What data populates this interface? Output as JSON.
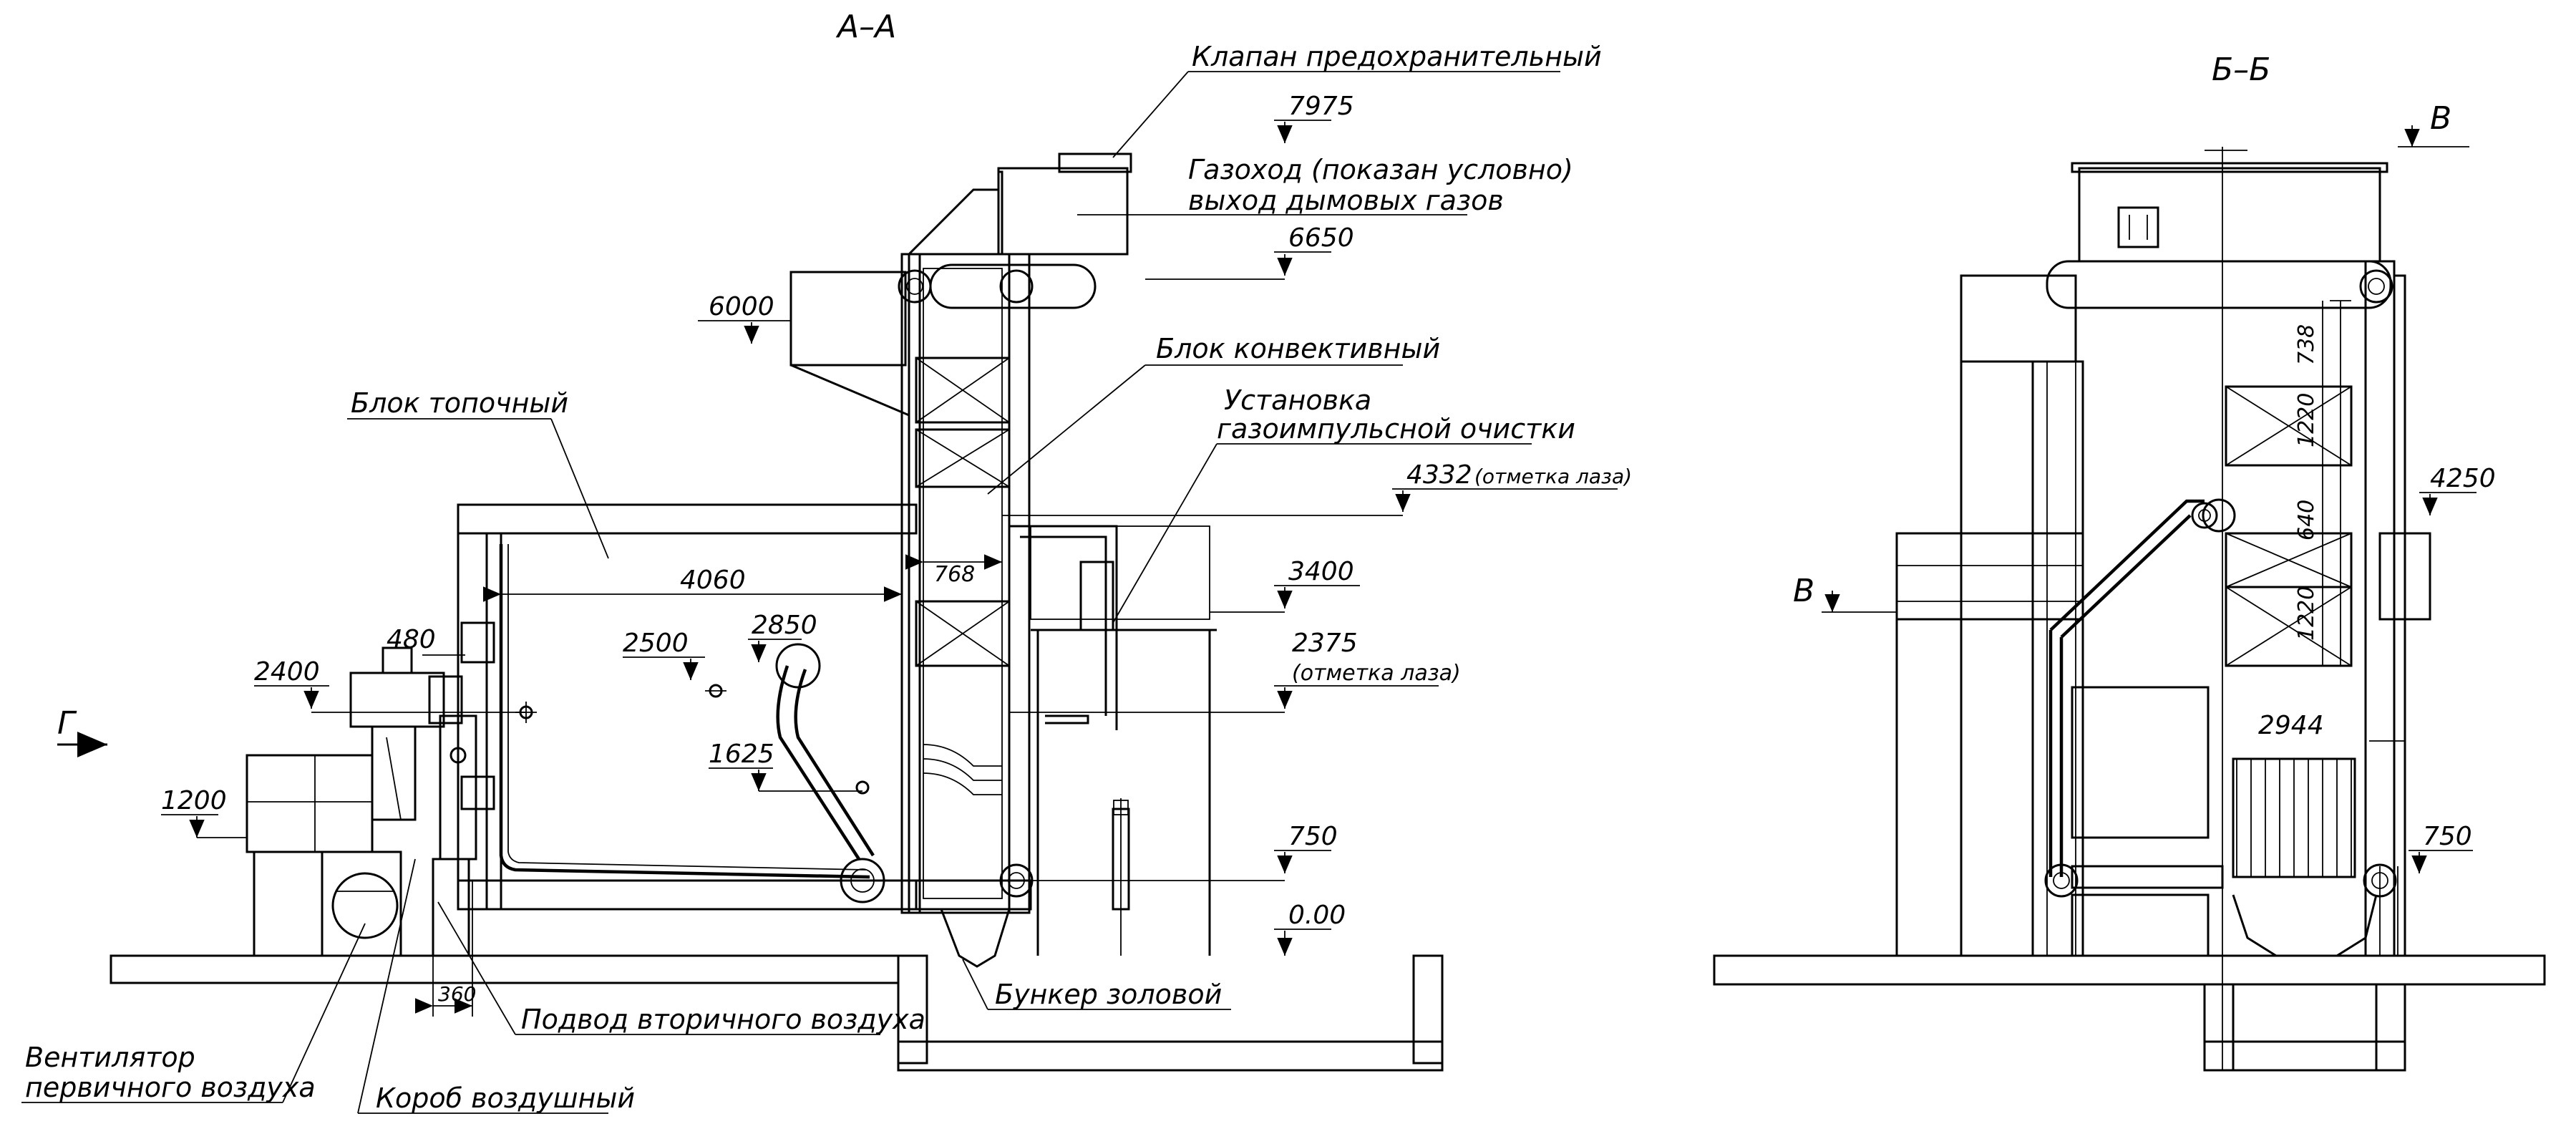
{
  "titles": {
    "section_a": "А–А",
    "section_b": "Б–Б"
  },
  "section_a": {
    "callouts": {
      "relief_valve": "Клапан предохранительный",
      "flue_line1": "Газоход (показан условно)",
      "flue_line2": "выход дымовых газов",
      "convective_block": "Блок конвективный",
      "cleaning_line1": "Установка",
      "cleaning_line2": "газоимпульсной очистки",
      "furnace_block": "Блок топочный",
      "secondary_air": "Подвод вторичного воздуха",
      "fan_line1": "Вентилятор",
      "fan_line2": "первичного воздуха",
      "air_duct": "Короб воздушный",
      "ash_hopper": "Бункер золовой"
    },
    "elevations": {
      "e7975": "7975",
      "e6650": "6650",
      "e6000": "6000",
      "e4332": "4332",
      "e4332_note": "(отметка лаза)",
      "e3400": "3400",
      "e2375": "2375",
      "e2375_note": "(отметка лаза)",
      "e2850": "2850",
      "e2500": "2500",
      "e2400": "2400",
      "e1625": "1625",
      "e1200": "1200",
      "e750": "750",
      "e000": "0.00"
    },
    "dimensions": {
      "d4060": "4060",
      "d768": "768",
      "d480": "480",
      "d360": "360"
    },
    "view_markers": {
      "g": "Г"
    }
  },
  "section_b": {
    "elevations": {
      "e4250": "4250",
      "e750": "750"
    },
    "dimensions": {
      "d738": "738",
      "d1220a": "1220",
      "d640": "640",
      "d1220b": "1220",
      "d2944": "2944"
    },
    "view_markers": {
      "v_top": "В",
      "v_left": "В"
    }
  }
}
